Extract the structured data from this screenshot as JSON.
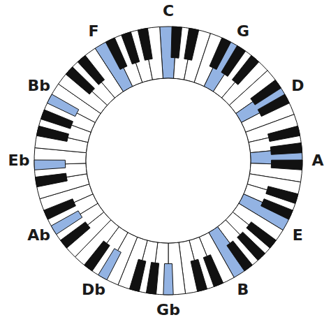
{
  "diagram": {
    "labels": [
      "C",
      "G",
      "D",
      "A",
      "E",
      "B",
      "Gb",
      "Db",
      "Ab",
      "Eb",
      "Bb",
      "F"
    ]
  }
}
